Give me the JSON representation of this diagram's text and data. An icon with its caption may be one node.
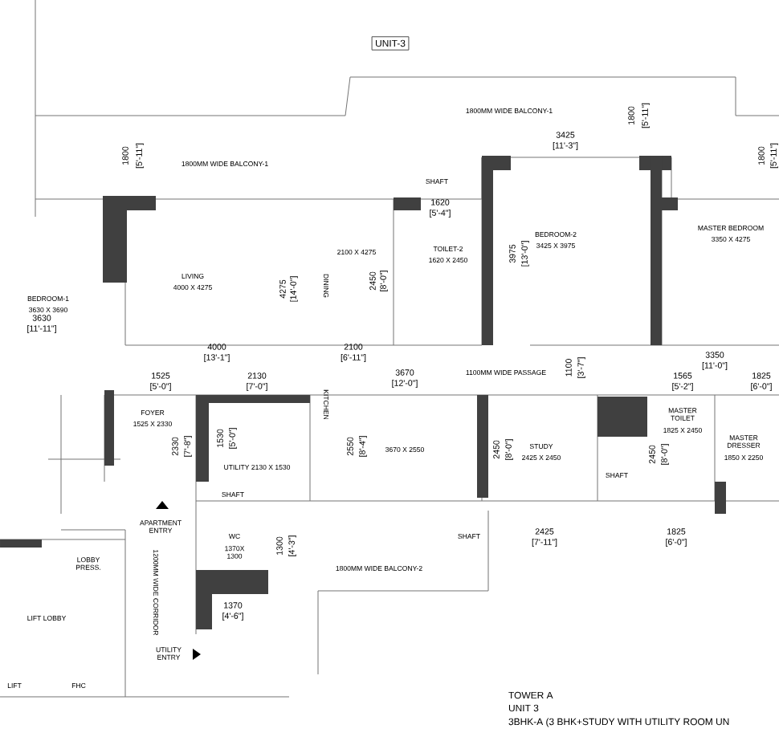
{
  "diagram": {
    "nodes": [
      {
        "text": [
          "UNIT-3"
        ]
      }
    ],
    "edges": [],
    "labels": [
      "1800",
      "[5'-11\"]",
      "1800MM WIDE BALCONY-1",
      "3425",
      "[11'-3\"]",
      "1800",
      "[5'-11\"]",
      "1800MM WIDE BALCONY-1",
      "1800",
      "[5'-11\"]",
      "SHAFT",
      "1620",
      "[5'-4\"]",
      "MASTER BEDROOM",
      "3350 X 4275",
      "BEDROOM-2",
      "3425 X 3975",
      "2100 X 4275",
      "TOILET-2",
      "1620 X 2450",
      "3975",
      "[13'-0\"]",
      "LIVING",
      "4000 X 4275",
      "4275",
      "[14'-0\"]",
      "DINING",
      "2450",
      "[8'-0\"]",
      "BEDROOM-1",
      "3630 X 3690",
      "3630",
      "[11'-11\"]",
      "4000",
      "[13'-1\"]",
      "2100",
      "[6'-11\"]",
      "3350",
      "[11'-0\"]",
      "3670",
      "[12'-0\"]",
      "1100MM WIDE PASSAGE",
      "1100",
      "[3'-7\"]",
      "1525",
      "[5'-0\"]",
      "2130",
      "[7'-0\"]",
      "1565",
      "[5'-2\"]",
      "1825",
      "[6'-0\"]",
      "KITCHEN",
      "FOYER",
      "1525 X 2330",
      "MASTER TOILET",
      "1825 X 2450",
      "MASTER DRESSER",
      "1850 X 2250",
      "2330",
      "[7'-8\"]",
      "1530",
      "[5'-0\"]",
      "2550",
      "[8'-4\"]",
      "3670 X 2550",
      "2450",
      "[8'-0\"]",
      "STUDY",
      "2425 X 2450",
      "2450",
      "[8'-0\"]",
      "UTILITY 2130 X 1530",
      "SHAFT",
      "SHAFT",
      "APARTMENT ENTRY",
      "WC",
      "1370X 1300",
      "1300",
      "[4'-3\"]",
      "SHAFT",
      "1800MM WIDE BALCONY-2",
      "2425",
      "[7'-11\"]",
      "1825",
      "[6'-0\"]",
      "LOBBY PRESS.",
      "1200MM WIDE CORRIDOR",
      "1370",
      "[4'-6\"]",
      "LIFT LOBBY",
      "UTILITY ENTRY",
      "LIFT",
      "FHC",
      "TOWER A",
      "UNIT 3",
      "3BHK-A (3 BHK+STUDY WITH UTILITY ROOM UN"
    ]
  }
}
